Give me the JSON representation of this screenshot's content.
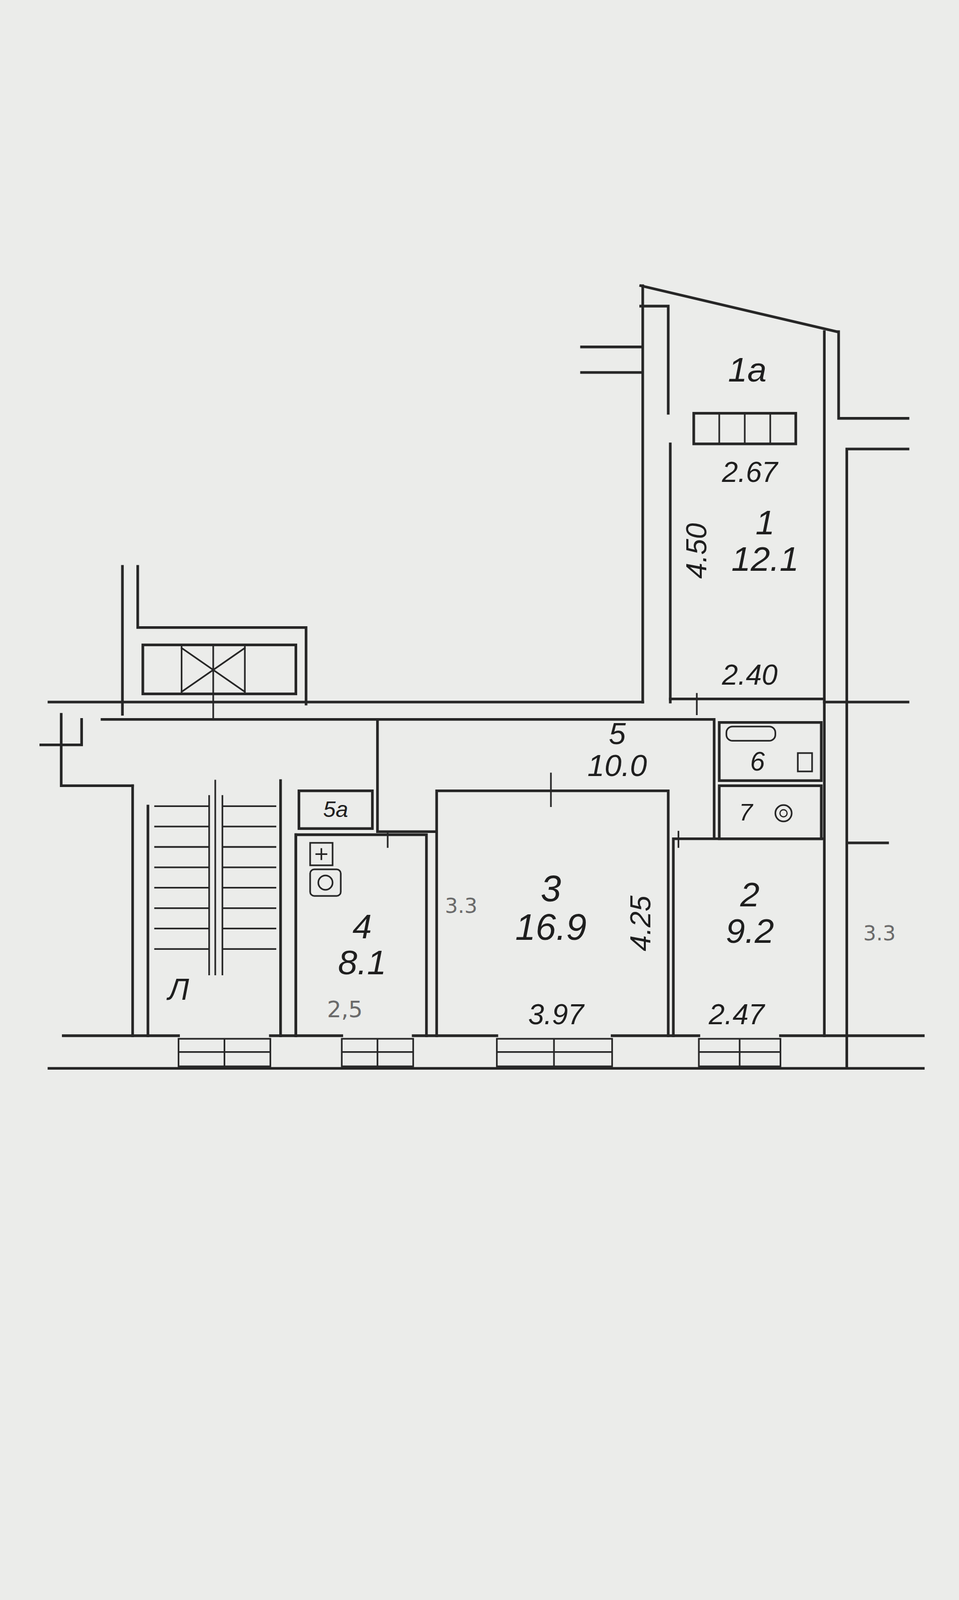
{
  "diagram": {
    "nodes": [
      {
        "text": [
          "1а"
        ]
      },
      {
        "text": [
          "1",
          "12.1"
        ]
      },
      {
        "text": [
          "5",
          "10.0"
        ]
      },
      {
        "text": [
          "6"
        ]
      },
      {
        "text": [
          "7"
        ]
      },
      {
        "text": [
          "5а"
        ]
      },
      {
        "text": [
          "4",
          "8.1"
        ]
      },
      {
        "text": [
          "3",
          "16.9"
        ]
      },
      {
        "text": [
          "2",
          "9.2"
        ]
      },
      {
        "text": [
          "Л"
        ]
      }
    ],
    "labels": [
      "2.67",
      "4.50",
      "2.40",
      "2,5",
      "3.3",
      "4.25",
      "3.97",
      "2.47",
      "3.3"
    ]
  }
}
